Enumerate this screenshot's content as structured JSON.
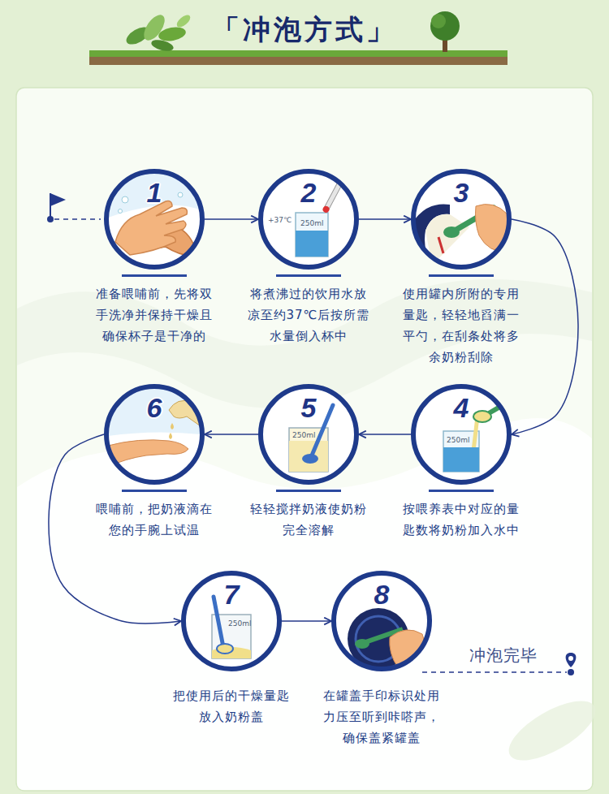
{
  "diagram": {
    "title": "「冲泡方式」",
    "nodes": [
      {
        "text": [
          "1",
          "准备喂哺前，先将双手洗净并保持干燥且确保杯子是干净的"
        ]
      },
      {
        "text": [
          "2",
          "将煮沸过的饮用水放凉至约37℃后按所需水量倒入杯中"
        ]
      },
      {
        "text": [
          "3",
          "使用罐内所附的专用量匙，轻轻地舀满一平勺，在刮条处将多余奶粉刮除"
        ]
      },
      {
        "text": [
          "4",
          "按喂养表中对应的量匙数将奶粉加入水中"
        ]
      },
      {
        "text": [
          "5",
          "轻轻搅拌奶液使奶粉完全溶解"
        ]
      },
      {
        "text": [
          "6",
          "喂哺前，把奶液滴在您的手腕上试温"
        ]
      },
      {
        "text": [
          "7",
          "把使用后的干燥量匙放入奶粉盖"
        ]
      },
      {
        "text": [
          "8",
          "在罐盖手印标识处用力压至听到咔嗒声，确保盖紧罐盖"
        ]
      }
    ],
    "edges": [
      {
        "from": 0,
        "to": 1,
        "arrow": "to"
      },
      {
        "from": 1,
        "to": 2,
        "arrow": "to"
      },
      {
        "from": 2,
        "to": 3,
        "arrow": "to"
      },
      {
        "from": 3,
        "to": 4,
        "arrow": "to"
      },
      {
        "from": 4,
        "to": 5,
        "arrow": "to"
      },
      {
        "from": 5,
        "to": 6,
        "arrow": "to"
      },
      {
        "from": 6,
        "to": 7,
        "arrow": "to"
      }
    ],
    "labels": [
      "+37℃",
      "250ml",
      "250ml",
      "250ml",
      "250ml",
      "冲泡完毕"
    ]
  }
}
